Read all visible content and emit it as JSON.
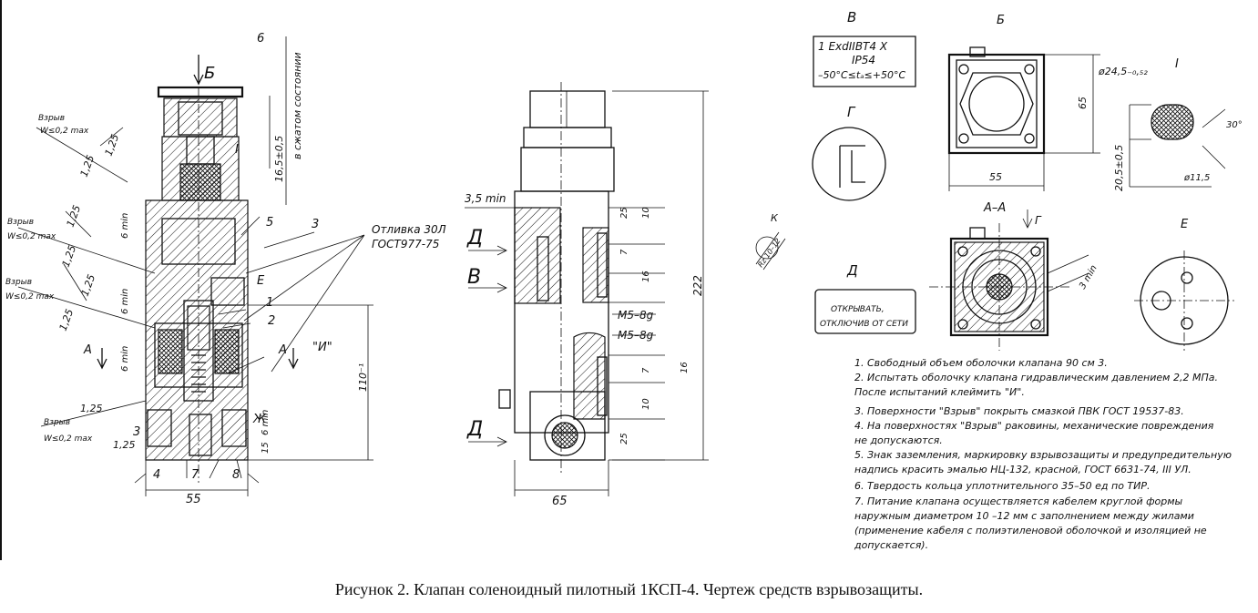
{
  "caption": "Рисунок 2. Клапан соленоидный пилотный 1КСП-4. Чертеж средств взрывозащиты.",
  "view_labels": {
    "b_top": "Б",
    "b_side": "Б",
    "v_view": "В",
    "v_side": "В",
    "g_view": "Г",
    "g_arrow": "Г",
    "d_view": "Д",
    "d_arrow1": "Д",
    "d_arrow2": "Д",
    "section_aa": "А–А",
    "a_left": "А",
    "a_right": "А",
    "e_view": "Е",
    "k_label": "К",
    "i_view": "I",
    "e_mark": "Е",
    "zh_mark": "Ж"
  },
  "marking_plate": {
    "line1": "1 ExdIIBT4 X",
    "line2": "IP54",
    "line3": "–50°C≤tₐ≤+50°C"
  },
  "warning_plate": {
    "line1": "ОТКРЫВАТЬ,",
    "line2": "ОТКЛЮЧИВ ОТ СЕТИ"
  },
  "callouts": {
    "c1": "1",
    "c2": "2",
    "c3": "3",
    "c5": "5",
    "c6": "6",
    "c4": "4",
    "c7": "7",
    "c8": "8",
    "c3b": "3",
    "ci": "I",
    "c_quote_i": "\"И\""
  },
  "casting_note": {
    "line1": "Отливка 30Л",
    "line2": "ГОСТ977-75"
  },
  "dims_left": {
    "d55": "55",
    "d110": "110⁻¹",
    "d6min_a": "6 min",
    "d6min_b": "6 min",
    "d6min_c": "6 min",
    "d6min_d": "6 min",
    "d15": "15",
    "d165": "16,5±0,5",
    "state": "в сжатом состоянии",
    "r125_1": "1,25",
    "r125_2": "1,25",
    "r125_3": "1,25",
    "r125_4": "1,25",
    "r125_5": "1,25",
    "r125_6": "1,25",
    "r125_7": "1,25",
    "r125_8": "1,25",
    "vzryv1": "Взрыв",
    "vzryv1b": "W≤0,2 max",
    "vzryv2": "Взрыв",
    "vzryv2b": "W≤0,2 max",
    "vzryv3": "Взрыв",
    "vzryv3b": "W≤0,2 max",
    "vzryv4": "Взрыв",
    "vzryv4b": "W≤0,2 max"
  },
  "dims_mid": {
    "d35min": "3,5 min",
    "d222": "222",
    "d65": "65",
    "d25a": "25",
    "d10a": "10",
    "d7a": "7",
    "d16a": "16",
    "m5a": "М5–8g",
    "m5b": "М5–8g",
    "d7b": "7",
    "d16b": "16",
    "d10b": "10",
    "d25b": "25"
  },
  "dims_right": {
    "d65": "65",
    "d55": "55",
    "d245": "ø24,5₋₀,₅₂",
    "d205": "20,5±0,5",
    "d115": "ø11,5",
    "d30": "30°",
    "d3min": "3 min",
    "k_detail": "Rz 10–12"
  },
  "notes": [
    "1. Свободный объем оболочки клапана 90 см 3.",
    "2. Испытать оболочку клапана гидравлическим давлением 2,2 МПа.",
    "После испытаний клеймить \"И\".",
    "3. Поверхности \"Взрыв\" покрыть смазкой ПВК ГОСТ 19537-83.",
    "4. На поверхностях \"Взрыв\" раковины, механические повреждения",
    "не допускаются.",
    "5. Знак заземления, маркировку взрывозащиты и предупредительную",
    "надпись красить эмалью НЦ-132, красной, ГОСТ 6631-74, III УЛ.",
    "6. Твердость кольца уплотнительного 35–50 ед по ТИР.",
    "7. Питание клапана осуществляется кабелем круглой формы",
    "наружным диаметром 10 –12 мм с заполнением между жилами",
    "(применение кабеля с полиэтиленовой оболочкой и изоляцией не",
    "допускается)."
  ]
}
